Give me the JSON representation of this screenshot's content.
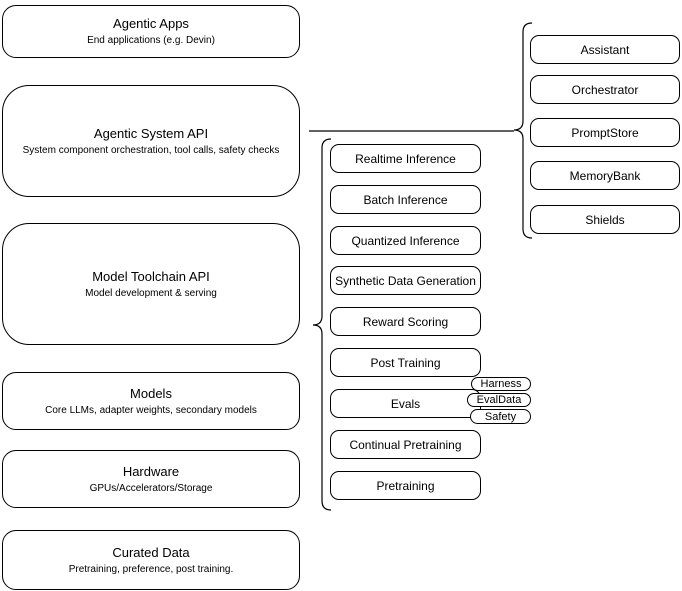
{
  "diagram": {
    "left_stack": [
      {
        "title": "Agentic Apps",
        "subtitle": "End applications (e.g. Devin)"
      },
      {
        "title": "Agentic System API",
        "subtitle": "System component orchestration, tool calls, safety checks"
      },
      {
        "title": "Model Toolchain API",
        "subtitle": "Model development & serving"
      },
      {
        "title": "Models",
        "subtitle": "Core LLMs, adapter weights, secondary models"
      },
      {
        "title": "Hardware",
        "subtitle": "GPUs/Accelerators/Storage"
      },
      {
        "title": "Curated Data",
        "subtitle": "Pretraining, preference, post training."
      }
    ],
    "toolchain_items": [
      {
        "label": "Realtime Inference"
      },
      {
        "label": "Batch Inference"
      },
      {
        "label": "Quantized Inference"
      },
      {
        "label": "Synthetic Data Generation"
      },
      {
        "label": "Reward Scoring"
      },
      {
        "label": "Post Training"
      },
      {
        "label": "Evals"
      },
      {
        "label": "Continual Pretraining"
      },
      {
        "label": "Pretraining"
      }
    ],
    "evals_tags": [
      {
        "label": "Harness"
      },
      {
        "label": "EvalData"
      },
      {
        "label": "Safety"
      }
    ],
    "system_components": [
      {
        "label": "Assistant"
      },
      {
        "label": "Orchestrator"
      },
      {
        "label": "PromptStore"
      },
      {
        "label": "MemoryBank"
      },
      {
        "label": "Shields"
      }
    ],
    "colors": {
      "stroke": "#000000",
      "background": "#ffffff",
      "text": "#000000"
    }
  }
}
